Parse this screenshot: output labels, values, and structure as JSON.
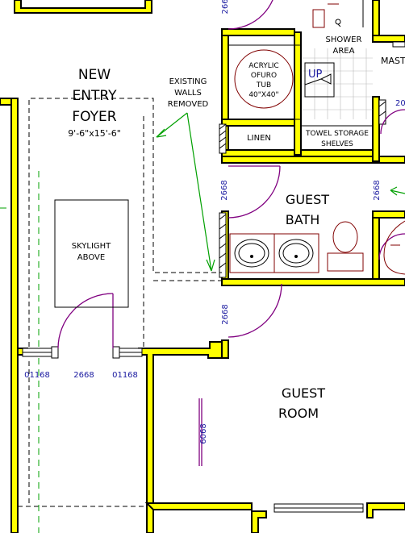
{
  "labels": {
    "foyer_line1": "NEW",
    "foyer_line2": "ENTRY",
    "foyer_line3": "FOYER",
    "foyer_size": "9'-6\"x15'-6\"",
    "existing_1": "EXISTING",
    "existing_2": "WALLS",
    "existing_3": "REMOVED",
    "skylight_1": "SKYLIGHT",
    "skylight_2": "ABOVE",
    "tub_1": "ACRYLIC",
    "tub_2": "OFURO",
    "tub_3": "TUB",
    "tub_4": "40\"X40\"",
    "up": "UP",
    "shower_1": "SHOWER",
    "shower_2": "AREA",
    "master": "MAST",
    "linen": "LINEN",
    "towel_1": "TOWEL STORAGE",
    "towel_2": "SHELVES",
    "guest_bath_1": "GUEST",
    "guest_bath_2": "BATH",
    "guest_room_1": "GUEST",
    "guest_room_2": "ROOM"
  },
  "dimensions": {
    "d_left": "01168",
    "d_mid": "2668",
    "d_right": "01168",
    "d_bath_left": "2668",
    "d_bath_right": "2668",
    "d_room_door": "2668",
    "d_closet": "6068",
    "d_top": "266",
    "d_top_right": "20"
  },
  "colors": {
    "wall_fill": "#ffff00",
    "wall_stroke": "#000000",
    "door": "#800080",
    "arrow": "#00a000",
    "dim_text": "#1a1aa0"
  }
}
